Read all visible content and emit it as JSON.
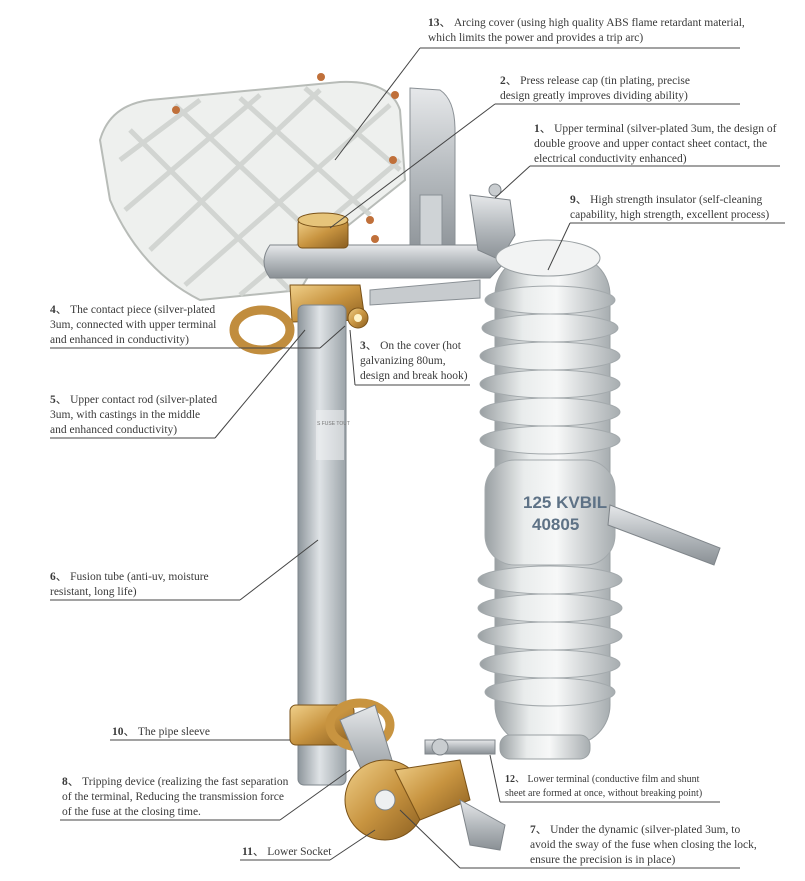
{
  "annotations": [
    {
      "id": "13",
      "sep": "、",
      "text": "Arcing cover (using high quality ABS flame retardant material,",
      "text2": "which limits the power and provides a trip arc)"
    },
    {
      "id": "2",
      "sep": "、",
      "text": "Press release cap (tin plating, precise",
      "text2": "design greatly improves dividing ability)"
    },
    {
      "id": "1",
      "sep": "、",
      "text": "Upper terminal (silver-plated 3um, the design of",
      "text2": "double groove and upper contact sheet contact, the",
      "text3": "electrical conductivity enhanced)"
    },
    {
      "id": "9",
      "sep": "、",
      "text": "High strength insulator (self-cleaning",
      "text2": "capability, high strength, excellent process)"
    },
    {
      "id": "4",
      "sep": "、",
      "text": "The contact piece (silver-plated",
      "text2": "3um, connected with upper terminal",
      "text3": "and enhanced in conductivity)"
    },
    {
      "id": "3",
      "sep": "、",
      "text": "On the cover (hot",
      "text2": "galvanizing 80um,",
      "text3": "design and break hook)"
    },
    {
      "id": "5",
      "sep": "、",
      "text": "Upper contact rod (silver-plated",
      "text2": "3um, with castings in the middle",
      "text3": "and enhanced conductivity)"
    },
    {
      "id": "6",
      "sep": "、",
      "text": "Fusion tube (anti-uv, moisture",
      "text2": "resistant, long life)"
    },
    {
      "id": "10",
      "sep": "、",
      "text": "The pipe sleeve"
    },
    {
      "id": "12",
      "sep": "、",
      "text": "Lower terminal (conductive film and shunt",
      "text2": "sheet are formed at once, without breaking point)"
    },
    {
      "id": "8",
      "sep": "、",
      "text": "Tripping device (realizing the fast separation",
      "text2": "of the terminal, Reducing the transmission force",
      "text3": "of the fuse at the closing time."
    },
    {
      "id": "7",
      "sep": "、",
      "text": "Under the dynamic (silver-plated 3um, to",
      "text2": "avoid the sway of the fuse when closing the lock,",
      "text3": "ensure the precision is in place)"
    },
    {
      "id": "11",
      "sep": "、",
      "text": "Lower Socket"
    }
  ],
  "insulator": {
    "line1": "125 KVBIL",
    "line2": "40805"
  },
  "tube_label": {
    "line1": "S FUSE  TOUT"
  }
}
